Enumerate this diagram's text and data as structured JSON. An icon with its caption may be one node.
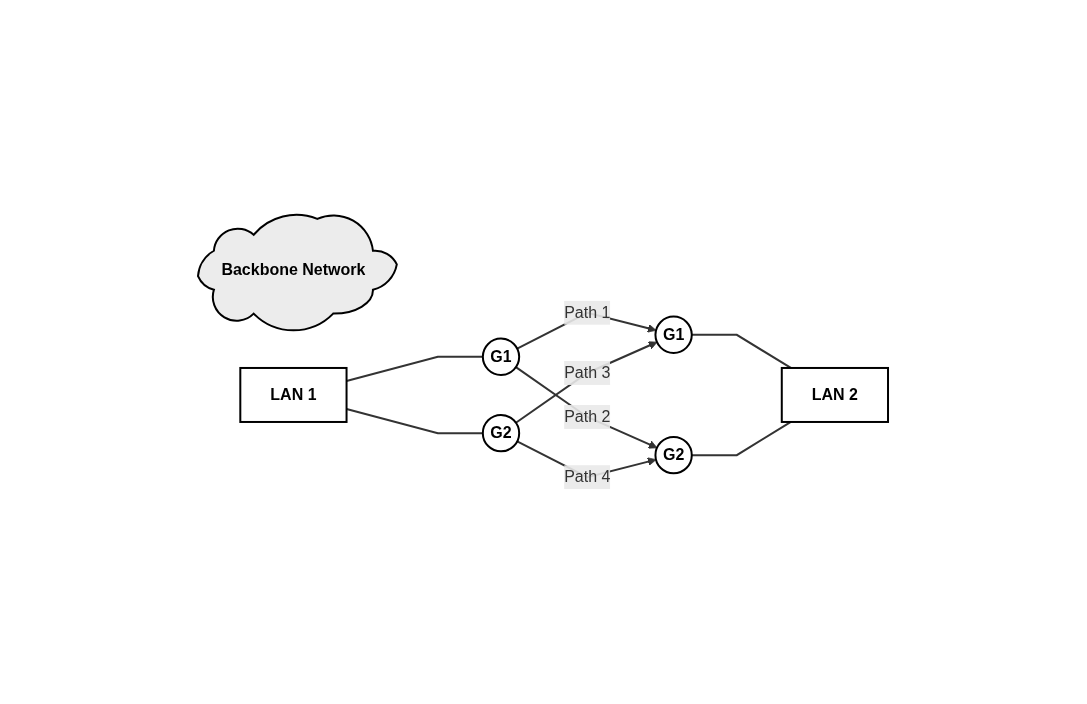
{
  "diagram": {
    "nodes": [
      {
        "text": [
          "Backbone Network"
        ]
      },
      {
        "text": [
          "G1"
        ]
      },
      {
        "text": [
          "G2"
        ]
      },
      {
        "text": [
          "LAN 1"
        ]
      },
      {
        "text": [
          "G1"
        ]
      },
      {
        "text": [
          "G2"
        ]
      },
      {
        "text": [
          "LAN 2"
        ]
      }
    ],
    "edges": [
      {
        "from": 3,
        "to": 1,
        "arrow": "none"
      },
      {
        "from": 3,
        "to": 2,
        "arrow": "none"
      },
      {
        "from": 1,
        "to": 5,
        "arrow": "to",
        "label": "Path 2"
      },
      {
        "from": 1,
        "to": 4,
        "arrow": "to",
        "label": "Path 1"
      },
      {
        "from": 2,
        "to": 5,
        "arrow": "to",
        "label": "Path 4"
      },
      {
        "from": 2,
        "to": 4,
        "arrow": "to",
        "label": "Path 3"
      },
      {
        "from": 4,
        "to": 6,
        "arrow": "none"
      },
      {
        "from": 5,
        "to": 6,
        "arrow": "none"
      }
    ]
  }
}
